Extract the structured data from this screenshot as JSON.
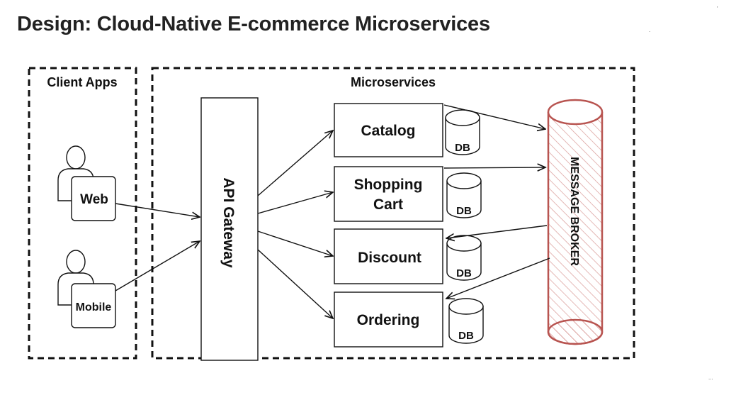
{
  "title": "Design: Cloud-Native E-commerce Microservices",
  "groups": {
    "client_apps": "Client Apps",
    "microservices": "Microservices"
  },
  "clients": {
    "web": "Web",
    "mobile": "Mobile"
  },
  "gateway": "API Gateway",
  "services": {
    "catalog": "Catalog",
    "shopping_line1": "Shopping",
    "shopping_line2": "Cart",
    "discount": "Discount",
    "ordering": "Ordering"
  },
  "db_label": "DB",
  "broker": "MESSAGE BROKER",
  "colors": {
    "broker_stroke": "#b85450",
    "broker_hatch": "#d99a97",
    "line": "#111111"
  },
  "stray_marks": {
    "top": "'",
    "dot": ".",
    "bottom": "..."
  }
}
